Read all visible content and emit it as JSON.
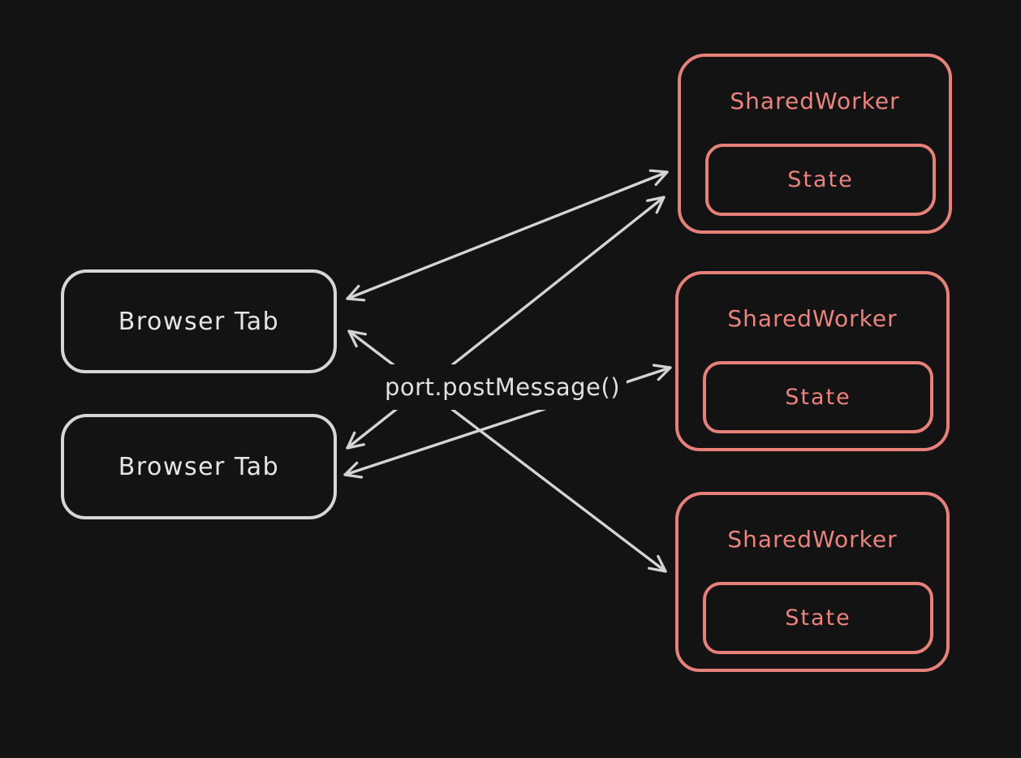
{
  "diagram": {
    "background_color": "#131313",
    "browser_tabs": [
      {
        "label": "Browser Tab"
      },
      {
        "label": "Browser Tab"
      }
    ],
    "shared_workers": [
      {
        "label": "SharedWorker",
        "state": "State"
      },
      {
        "label": "SharedWorker",
        "state": "State"
      },
      {
        "label": "SharedWorker",
        "state": "State"
      }
    ],
    "message_label": "port.postMessage()",
    "connections": [
      {
        "from": "browser-tab-1",
        "to": "shared-worker-1",
        "bidirectional": true
      },
      {
        "from": "browser-tab-1",
        "to": "shared-worker-3",
        "bidirectional": true
      },
      {
        "from": "browser-tab-2",
        "to": "shared-worker-1",
        "bidirectional": true
      },
      {
        "from": "browser-tab-2",
        "to": "shared-worker-2",
        "bidirectional": true
      }
    ],
    "colors": {
      "worker_stroke": "#e8807a",
      "tab_stroke": "#d6d6d6",
      "arrow": "#d4d4d4",
      "label_text": "#e0e0e0"
    }
  }
}
